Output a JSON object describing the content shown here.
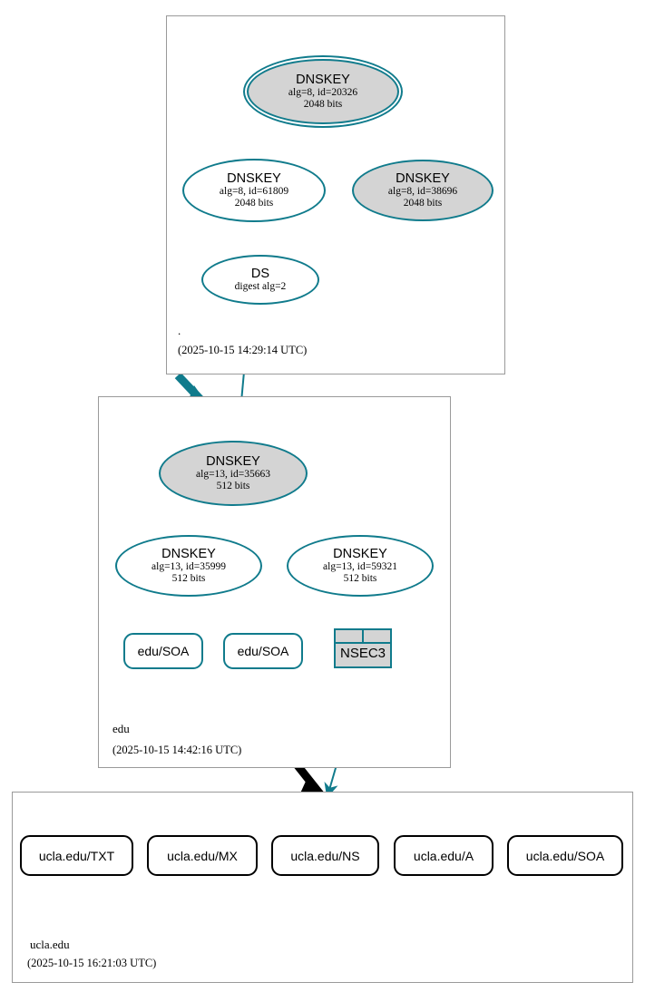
{
  "colors": {
    "edge": "#107b8c",
    "shaded_fill": "#d4d4d4",
    "zone_border": "#9a9a9a",
    "black_edge": "#000000"
  },
  "zones": [
    {
      "id": "root",
      "label": ".",
      "timestamp": "(2025-10-15 14:29:14 UTC)",
      "nodes": [
        {
          "id": "ksk-20326",
          "kind": "dnskey",
          "title": "DNSKEY",
          "line2": "alg=8, id=20326",
          "line3": "2048 bits",
          "trust_anchor": true,
          "shaded": true,
          "self_signed": true
        },
        {
          "id": "zsk-61809",
          "kind": "dnskey",
          "title": "DNSKEY",
          "line2": "alg=8, id=61809",
          "line3": "2048 bits",
          "trust_anchor": false,
          "shaded": false,
          "self_signed": false
        },
        {
          "id": "zsk-38696",
          "kind": "dnskey",
          "title": "DNSKEY",
          "line2": "alg=8, id=38696",
          "line3": "2048 bits",
          "trust_anchor": false,
          "shaded": true,
          "self_signed": false
        },
        {
          "id": "ds-root",
          "kind": "ds",
          "title": "DS",
          "line2": "digest alg=2",
          "line3": "",
          "trust_anchor": false,
          "shaded": false,
          "self_signed": false
        }
      ]
    },
    {
      "id": "edu",
      "label": "edu",
      "timestamp": "(2025-10-15 14:42:16 UTC)",
      "nodes": [
        {
          "id": "ksk-35663",
          "kind": "dnskey",
          "title": "DNSKEY",
          "line2": "alg=13, id=35663",
          "line3": "512 bits",
          "trust_anchor": false,
          "shaded": true,
          "self_signed": true
        },
        {
          "id": "zsk-35999",
          "kind": "dnskey",
          "title": "DNSKEY",
          "line2": "alg=13, id=35999",
          "line3": "512 bits",
          "trust_anchor": false,
          "shaded": false,
          "self_signed": false
        },
        {
          "id": "zsk-59321",
          "kind": "dnskey",
          "title": "DNSKEY",
          "line2": "alg=13, id=59321",
          "line3": "512 bits",
          "trust_anchor": false,
          "shaded": false,
          "self_signed": false
        },
        {
          "id": "edu-soa-1",
          "kind": "rrset",
          "title": "edu/SOA"
        },
        {
          "id": "edu-soa-2",
          "kind": "rrset",
          "title": "edu/SOA"
        },
        {
          "id": "nsec3",
          "kind": "nsec3",
          "title": "NSEC3",
          "cells": 2
        }
      ]
    },
    {
      "id": "ucla",
      "label": "ucla.edu",
      "timestamp": "(2025-10-15 16:21:03 UTC)",
      "nodes": [
        {
          "id": "ucla-txt",
          "kind": "rrset",
          "title": "ucla.edu/TXT"
        },
        {
          "id": "ucla-mx",
          "kind": "rrset",
          "title": "ucla.edu/MX"
        },
        {
          "id": "ucla-ns",
          "kind": "rrset",
          "title": "ucla.edu/NS"
        },
        {
          "id": "ucla-a",
          "kind": "rrset",
          "title": "ucla.edu/A"
        },
        {
          "id": "ucla-soa",
          "kind": "rrset",
          "title": "ucla.edu/SOA"
        }
      ]
    }
  ],
  "edges": {
    "rrsig_count": 10,
    "ds_count": 1,
    "delegation_count": 2
  }
}
